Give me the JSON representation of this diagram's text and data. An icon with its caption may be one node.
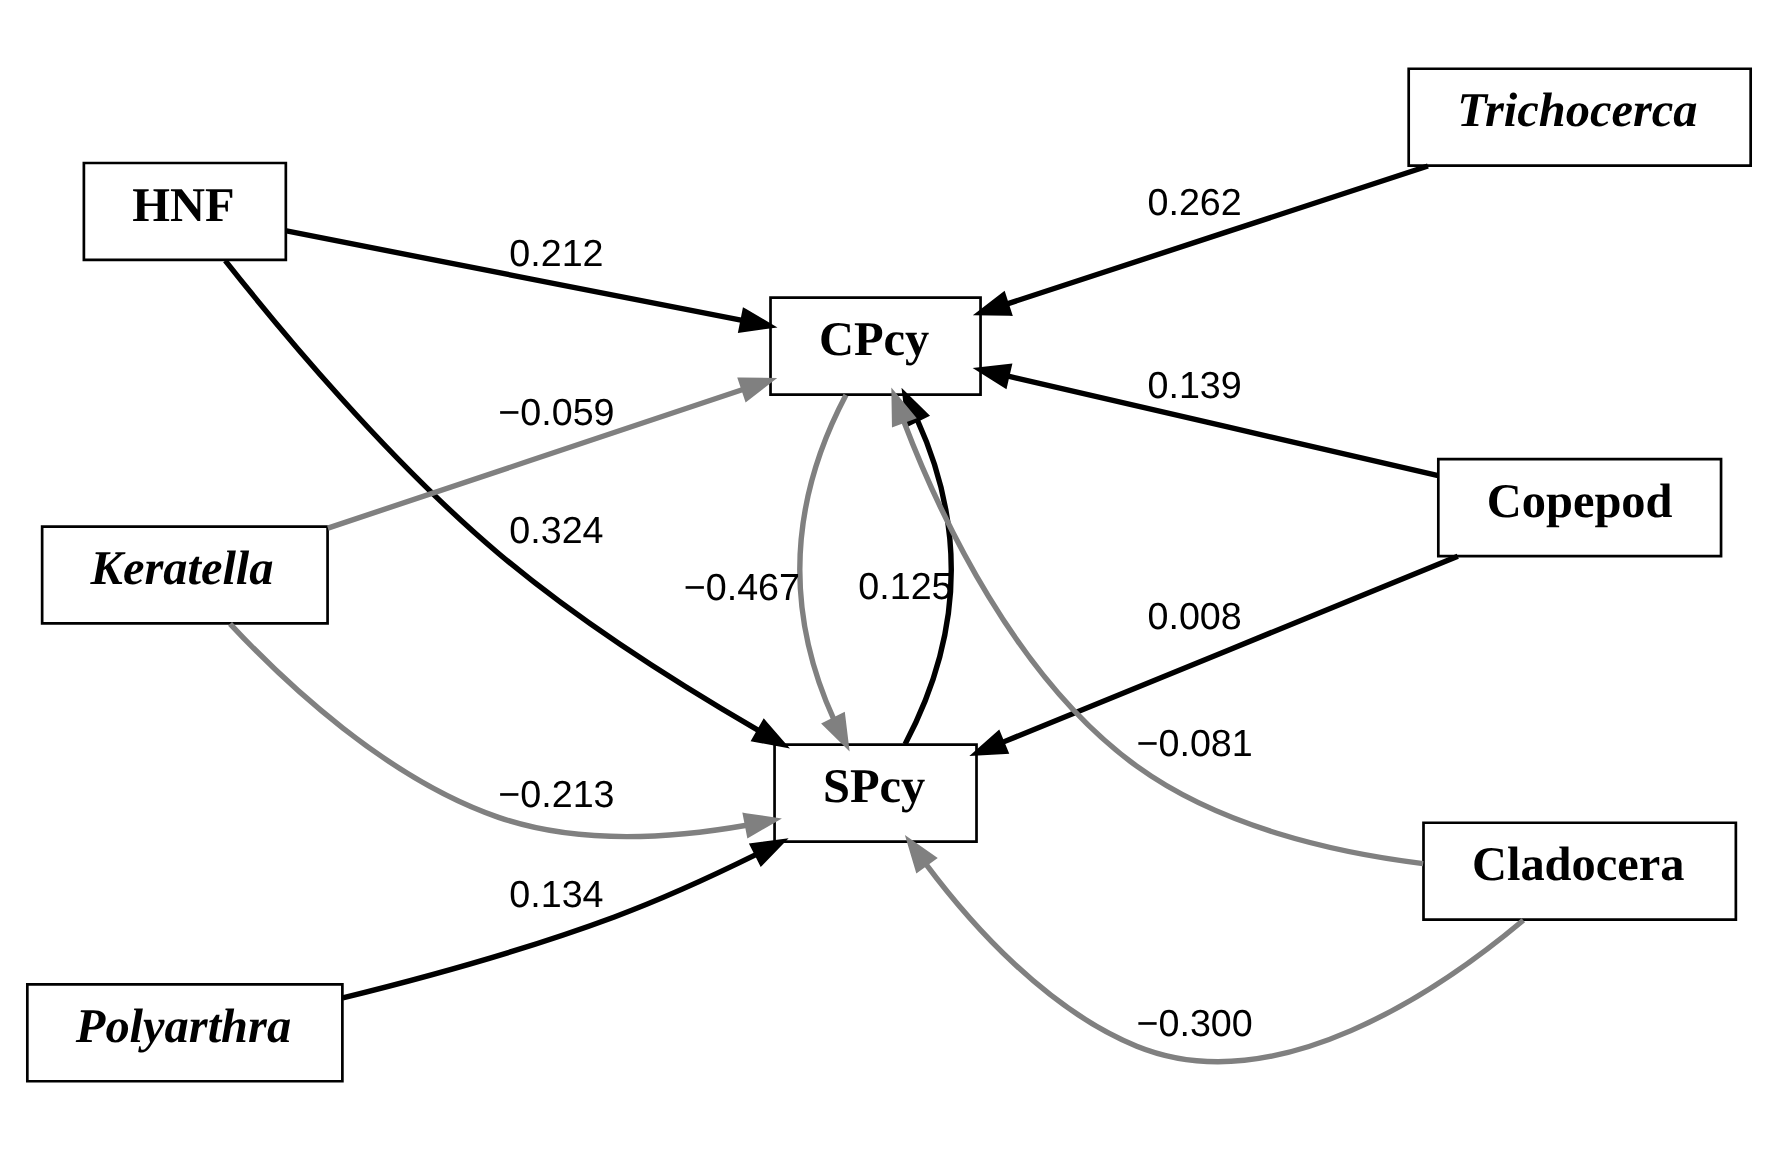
{
  "diagram": {
    "nodes": [
      {
        "text": [
          "Polyarthra"
        ]
      },
      {
        "text": [
          "HNF"
        ]
      },
      {
        "text": [
          "SPcy"
        ]
      },
      {
        "text": [
          "Cladocera"
        ]
      },
      {
        "text": [
          "Keratella"
        ]
      },
      {
        "text": [
          "CPcy"
        ]
      },
      {
        "text": [
          "Copepod"
        ]
      },
      {
        "text": [
          "Trichocerca"
        ]
      }
    ],
    "edges": [
      {
        "from": 0,
        "to": 2,
        "arrow": "to",
        "label": "0.134"
      },
      {
        "from": 1,
        "to": 2,
        "arrow": "to",
        "label": "0.324"
      },
      {
        "from": 1,
        "to": 5,
        "arrow": "to",
        "label": "0.212"
      },
      {
        "from": 3,
        "to": 2,
        "arrow": "to",
        "label": "−0.300",
        "color": "#808080"
      },
      {
        "from": 3,
        "to": 5,
        "arrow": "to",
        "label": "−0.081",
        "color": "#808080"
      },
      {
        "from": 4,
        "to": 2,
        "arrow": "to",
        "label": "−0.213",
        "color": "#808080"
      },
      {
        "from": 4,
        "to": 5,
        "arrow": "to",
        "label": "−0.059",
        "color": "#808080"
      },
      {
        "from": 2,
        "to": 5,
        "arrow": "to",
        "label": "0.125"
      },
      {
        "from": 5,
        "to": 2,
        "arrow": "to",
        "label": "−0.467",
        "color": "#808080"
      },
      {
        "from": 6,
        "to": 2,
        "arrow": "to",
        "label": "0.008"
      },
      {
        "from": 6,
        "to": 5,
        "arrow": "to",
        "label": "0.139"
      },
      {
        "from": 7,
        "to": 5,
        "arrow": "to",
        "label": "0.262"
      }
    ]
  }
}
